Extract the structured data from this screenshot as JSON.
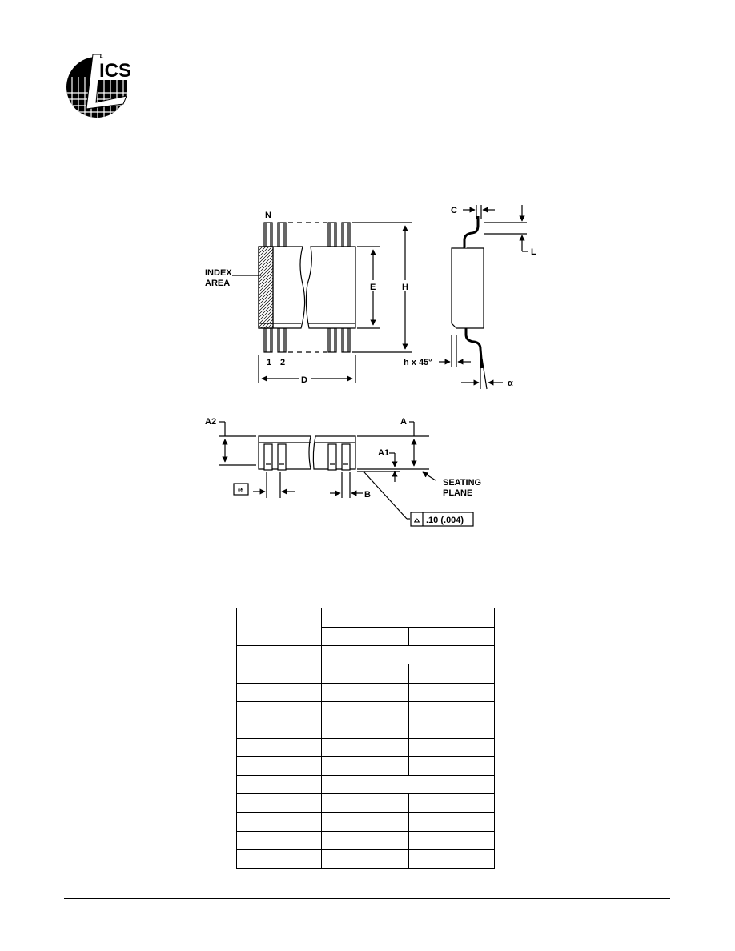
{
  "header": {
    "logo_text": "ICS",
    "logo_icon": "ics-logo-icon"
  },
  "drawing": {
    "top_view": {
      "pin_label_n": "N",
      "pin_label_1": "1",
      "pin_label_2": "2",
      "index_area": "INDEX",
      "index_area_line2": "AREA",
      "dim_e": "E",
      "dim_h": "H",
      "dim_d": "D"
    },
    "side_view": {
      "dim_c": "C",
      "dim_l": "L",
      "dim_h45": "h x 45°",
      "dim_alpha": "α"
    },
    "front_view": {
      "dim_a2": "A2",
      "dim_a": "A",
      "dim_a1": "A1",
      "dim_e_boxed": "e",
      "dim_b": "B",
      "seating_plane": "SEATING",
      "seating_plane_line2": "PLANE",
      "flatness_value": ".10 (.004)"
    }
  },
  "table": {
    "rows": 14
  }
}
